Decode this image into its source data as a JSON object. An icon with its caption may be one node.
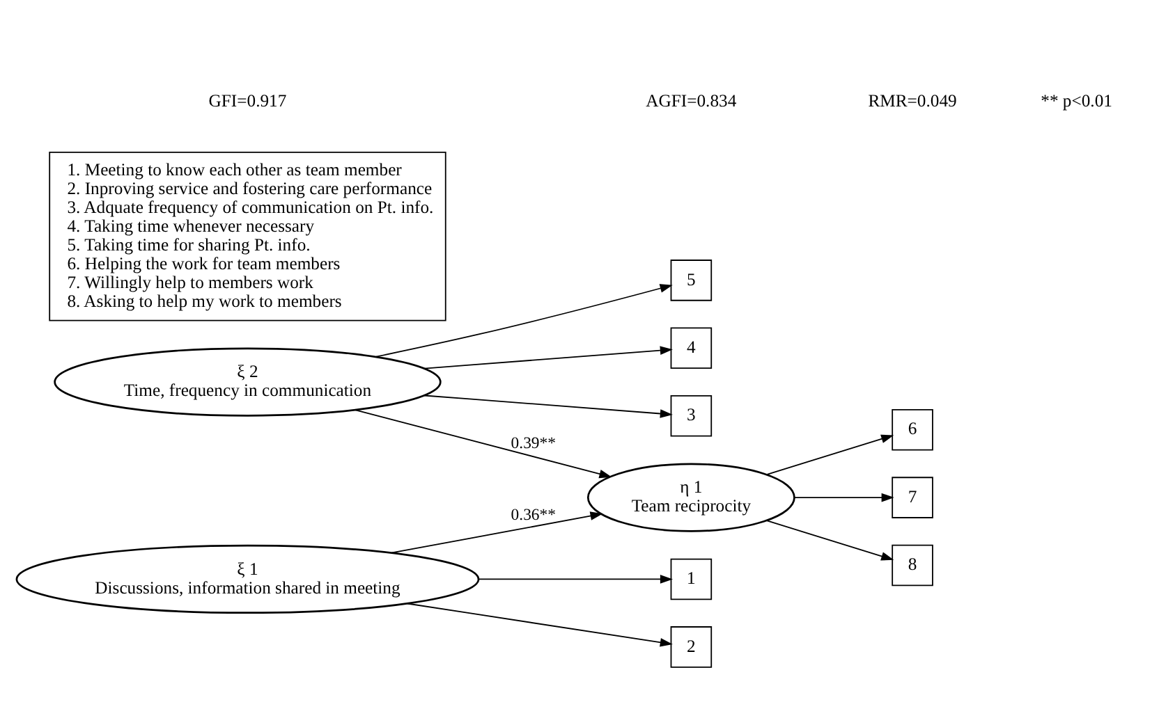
{
  "diagram": {
    "nodes": [
      {
        "text": [
          "5"
        ]
      },
      {
        "text": [
          "4"
        ]
      },
      {
        "text": [
          "ξ 2",
          "Time, frequency in communication"
        ]
      },
      {
        "text": [
          "3"
        ]
      },
      {
        "text": [
          "6"
        ]
      },
      {
        "text": [
          "7"
        ]
      },
      {
        "text": [
          "8"
        ]
      },
      {
        "text": [
          "η 1",
          "Team reciprocity"
        ]
      },
      {
        "text": [
          "1"
        ]
      },
      {
        "text": [
          "ξ 1",
          "Discussions, information shared in meeting"
        ]
      },
      {
        "text": [
          "2"
        ]
      },
      {
        "text": [
          "1. Meeting to know each other as team member",
          "2. Inproving service and fostering care performance",
          "3. Adquate frequency of communication on Pt. info.",
          "4. Taking time whenever necessary",
          "5. Taking time for sharing Pt. info.",
          "6. Helping the work for team members",
          "7. Willingly help to members work",
          "8. Asking to help my work to members"
        ]
      }
    ],
    "edges": [
      {
        "from": 2,
        "to": 0,
        "arrow": "to"
      },
      {
        "from": 2,
        "to": 1,
        "arrow": "to"
      },
      {
        "from": 2,
        "to": 3,
        "arrow": "to"
      },
      {
        "from": 7,
        "to": 4,
        "arrow": "to"
      },
      {
        "from": 7,
        "to": 5,
        "arrow": "to"
      },
      {
        "from": 7,
        "to": 6,
        "arrow": "to"
      },
      {
        "from": 9,
        "to": 8,
        "arrow": "to"
      },
      {
        "from": 9,
        "to": 10,
        "arrow": "to"
      },
      {
        "from": 2,
        "to": 7,
        "arrow": "to",
        "label": "0.39**"
      },
      {
        "from": 9,
        "to": 7,
        "arrow": "to",
        "label": "0.36**"
      }
    ],
    "labels": [
      "GFI=0.917",
      "AGFI=0.834",
      "RMR=0.049",
      "** p<0.01"
    ]
  }
}
